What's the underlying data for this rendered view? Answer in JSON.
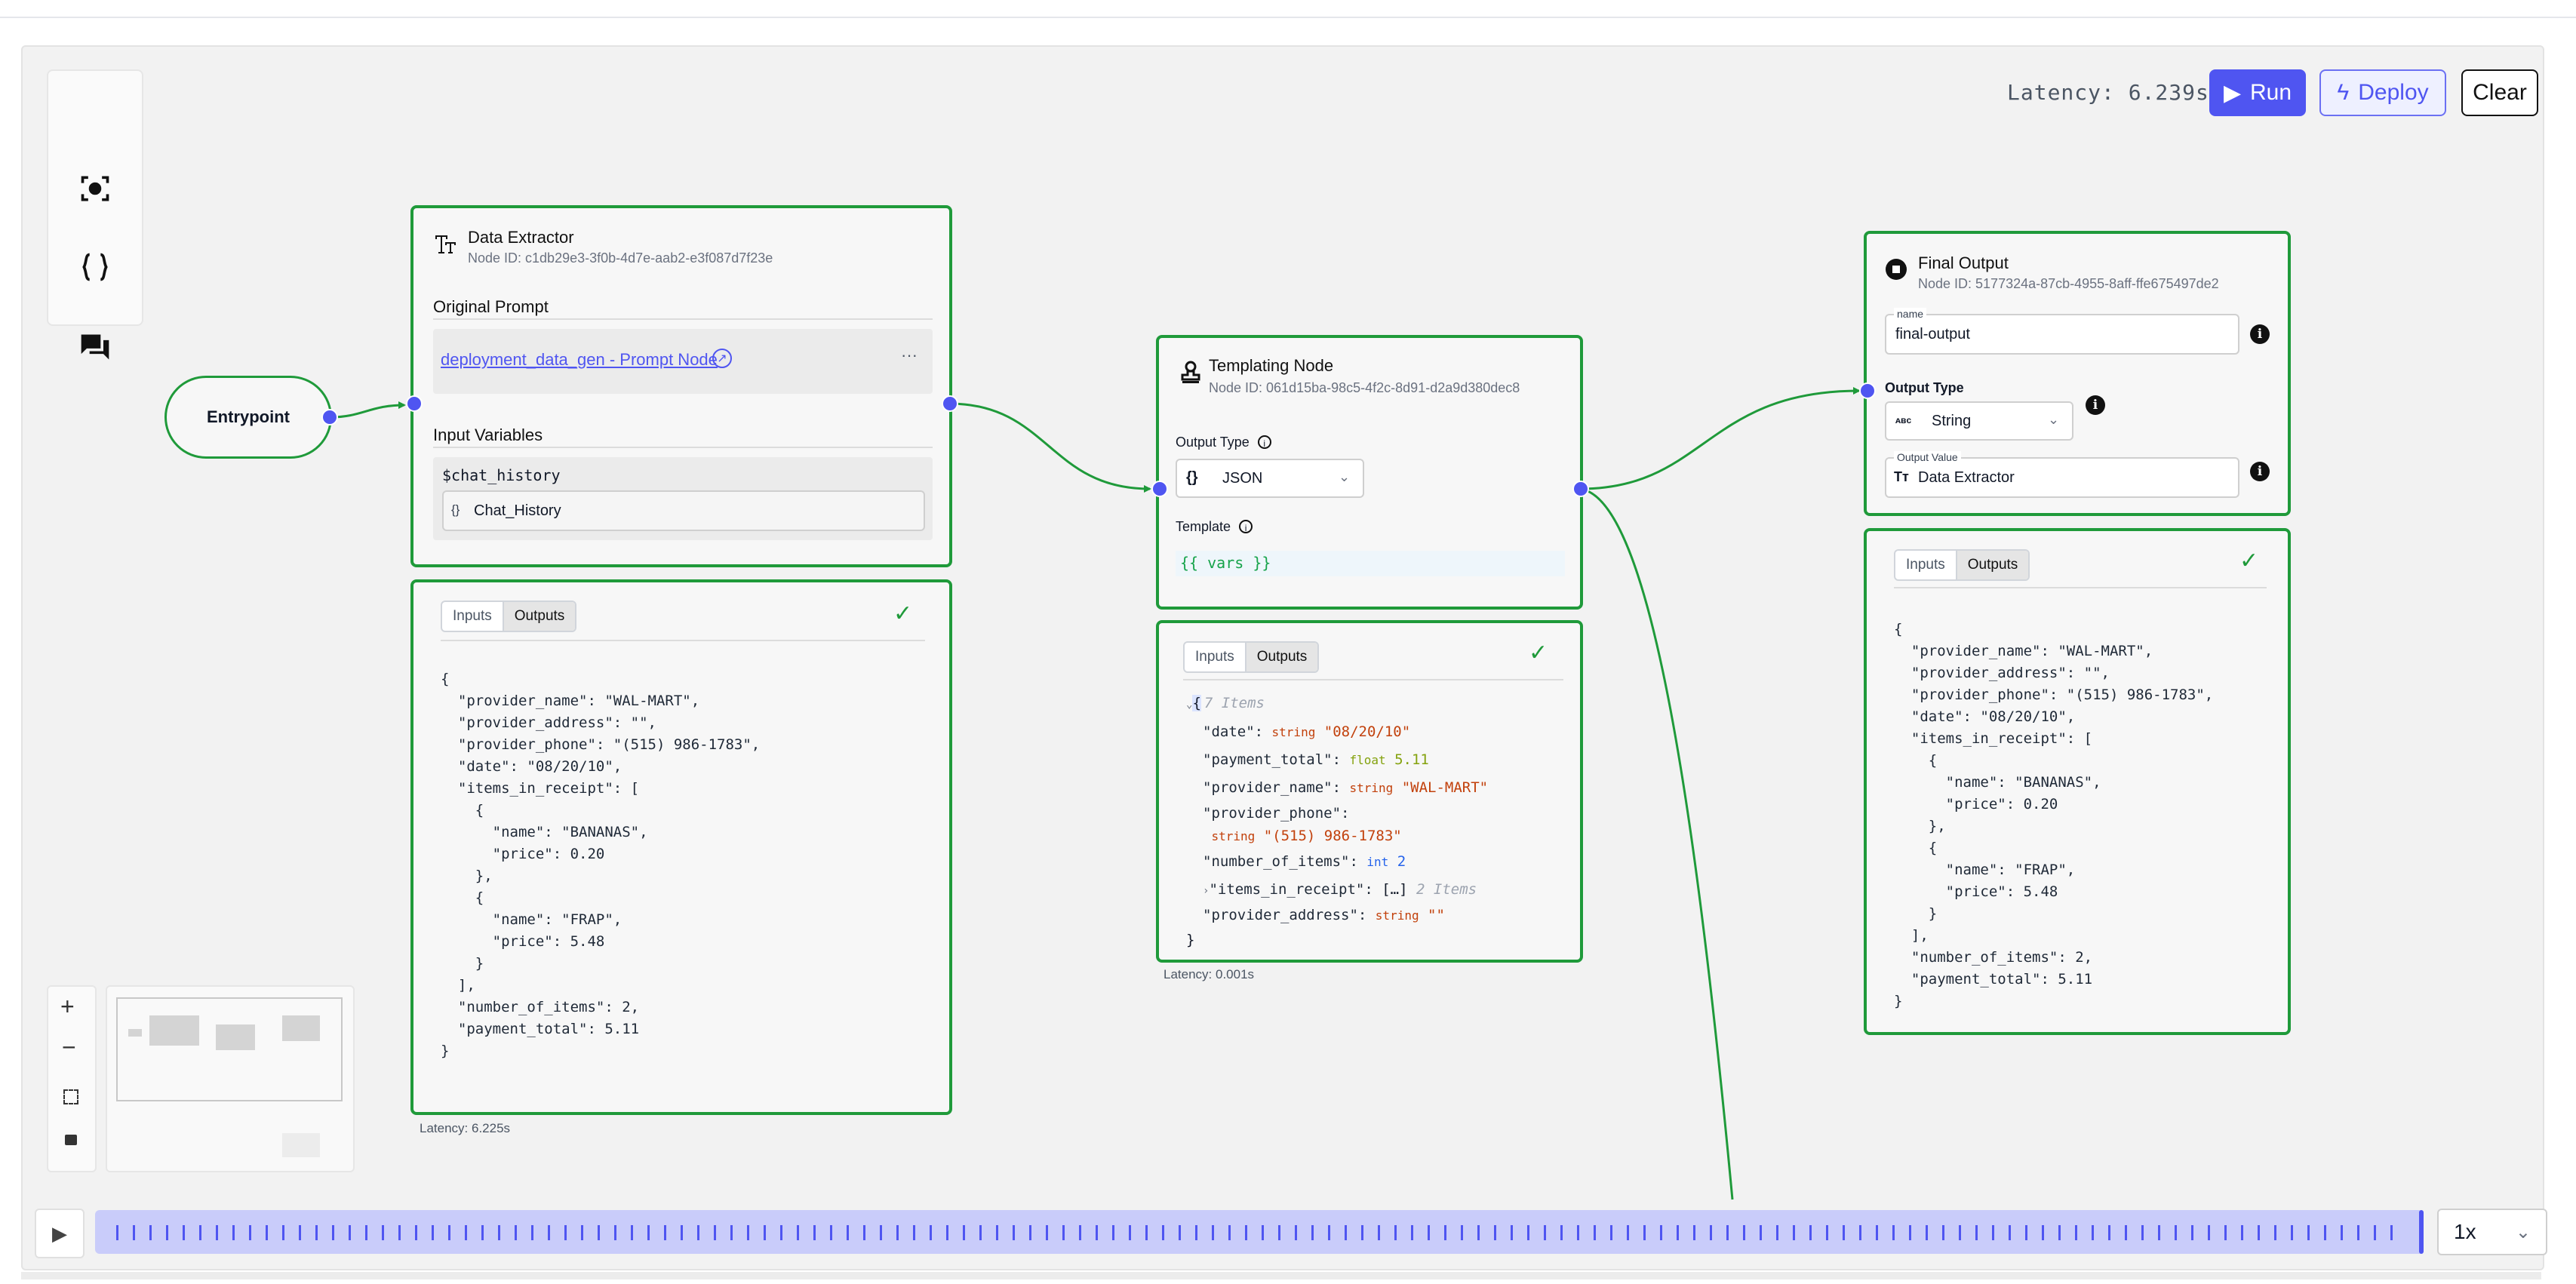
{
  "latency_label": "Latency: 6.239s",
  "actions": {
    "run": "Run",
    "deploy": "Deploy",
    "clear": "Clear"
  },
  "toolbar": {
    "icons": [
      "focus-icon",
      "braces-icon",
      "chat-icon"
    ]
  },
  "entrypoint": {
    "label": "Entrypoint"
  },
  "data_extractor": {
    "title": "Data Extractor",
    "node_id": "Node ID:  c1db29e3-3f0b-4d7e-aab2-e3f087d7f23e",
    "original_prompt_label": "Original Prompt",
    "prompt_link": "deployment_data_gen - Prompt Node",
    "more": "···",
    "input_variables_label": "Input Variables",
    "variable_name": "$chat_history",
    "variable_value": "Chat_History",
    "tabs": [
      "Inputs",
      "Outputs"
    ],
    "output_json": "{\n  \"provider_name\": \"WAL-MART\",\n  \"provider_address\": \"\",\n  \"provider_phone\": \"(515) 986-1783\",\n  \"date\": \"08/20/10\",\n  \"items_in_receipt\": [\n    {\n      \"name\": \"BANANAS\",\n      \"price\": 0.20\n    },\n    {\n      \"name\": \"FRAP\",\n      \"price\": 5.48\n    }\n  ],\n  \"number_of_items\": 2,\n  \"payment_total\": 5.11\n}",
    "latency": "Latency:  6.225s"
  },
  "templating": {
    "title": "Templating Node",
    "node_id": "Node ID:  061d15ba-98c5-4f2c-8d91-d2a9d380dec8",
    "output_type_label": "Output Type",
    "output_type_value": "JSON",
    "template_label": "Template",
    "template_value": "{{ vars }}",
    "tabs": [
      "Inputs",
      "Outputs"
    ],
    "tree": {
      "header": "{",
      "count": "7 Items",
      "rows": [
        {
          "key": "\"date\":",
          "type": "string",
          "value": "\"08/20/10\""
        },
        {
          "key": "\"payment_total\":",
          "type": "float",
          "value": "5.11"
        },
        {
          "key": "\"provider_name\":",
          "type": "string",
          "value": "\"WAL-MART\""
        },
        {
          "key": "\"provider_phone\":",
          "type": "string",
          "value": "\"(515) 986-1783\""
        },
        {
          "key": "\"number_of_items\":",
          "type": "int",
          "value": "2"
        },
        {
          "key": "\"items_in_receipt\":",
          "value": "[…]",
          "meta": "2 Items"
        },
        {
          "key": "\"provider_address\":",
          "type": "string",
          "value": "\"\""
        }
      ],
      "footer": "}"
    },
    "latency": "Latency:  0.001s"
  },
  "final_output": {
    "title": "Final Output",
    "node_id": "Node ID:  5177324a-87cb-4955-8aff-ffe675497de2",
    "name_label": "name",
    "name_value": "final-output",
    "output_type_label": "Output Type",
    "output_type_value": "String",
    "output_value_label": "Output Value",
    "output_value": "Data Extractor",
    "tabs": [
      "Inputs",
      "Outputs"
    ],
    "output_json": "{\n  \"provider_name\": \"WAL-MART\",\n  \"provider_address\": \"\",\n  \"provider_phone\": \"(515) 986-1783\",\n  \"date\": \"08/20/10\",\n  \"items_in_receipt\": [\n    {\n      \"name\": \"BANANAS\",\n      \"price\": 0.20\n    },\n    {\n      \"name\": \"FRAP\",\n      \"price\": 5.48\n    }\n  ],\n  \"number_of_items\": 2,\n  \"payment_total\": 5.11\n}"
  },
  "playback": {
    "speed": "1x"
  },
  "colors": {
    "accent": "#4f55f1",
    "node_border": "#1f9a3a",
    "canvas": "#f2f2f2"
  }
}
